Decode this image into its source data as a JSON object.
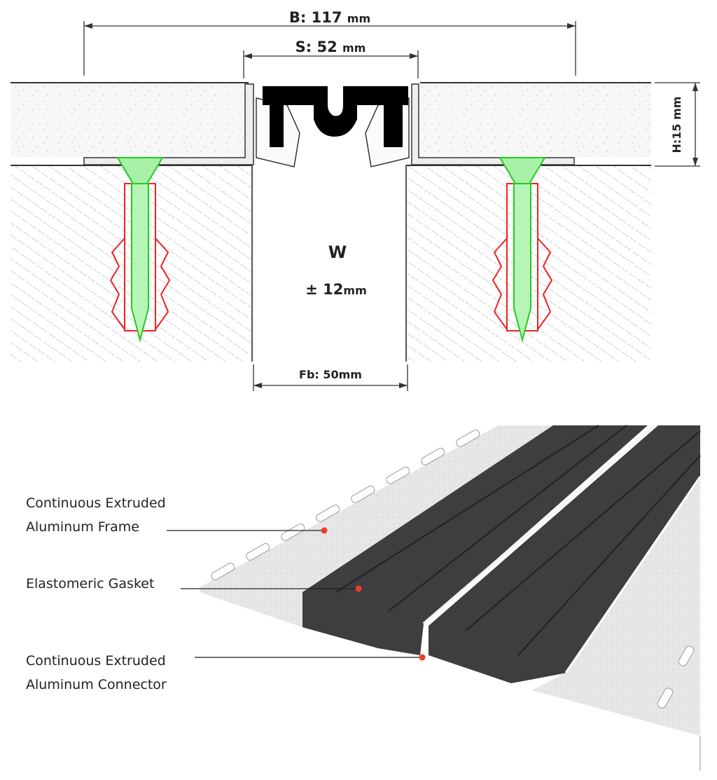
{
  "section_drawing": {
    "overall_width": {
      "label": "B: 117",
      "unit": "mm"
    },
    "seal_width": {
      "label": "S: 52",
      "unit": "mm"
    },
    "height": {
      "label": "H:15 mm"
    },
    "joint_movement": {
      "title": "W",
      "label": "± 12",
      "unit": "mm"
    },
    "joint_gap": {
      "label": "Fb: 50mm"
    }
  },
  "product_view": {
    "callouts": [
      {
        "line1": "Continuous Extruded",
        "line2": "Aluminum Frame"
      },
      {
        "line1": "Elastomeric Gasket",
        "line2": ""
      },
      {
        "line1": "Continuous Extruded",
        "line2": "Aluminum Connector"
      }
    ],
    "colors": {
      "callout_dot": "#e8402a",
      "gasket": "#3e3e40",
      "aluminum": "#e4e4e4",
      "anchor_screw": "#22dd22",
      "anchor_plug": "#ee2222"
    }
  }
}
